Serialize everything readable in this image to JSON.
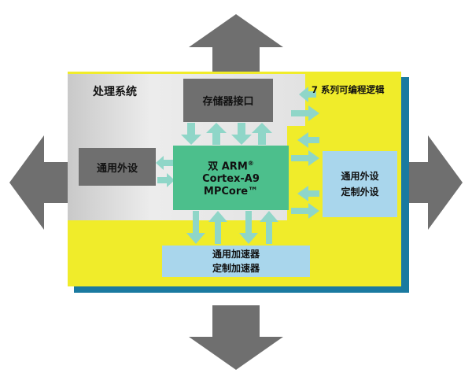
{
  "ps_label": "处理系统",
  "pl_label": "7 系列可编程逻辑",
  "memory_interface": "存储器接口",
  "general_peripheral": "通用外设",
  "cpu": {
    "line1": "双 ARM",
    "line1_sup": "®",
    "line2": "Cortex-A9",
    "line3": "MPCore™"
  },
  "custom_peripheral": {
    "line1": "通用外设",
    "line2": "定制外设"
  },
  "accelerator": {
    "line1": "通用加速器",
    "line2": "定制加速器"
  },
  "colors": {
    "big_arrow": "#6f6f6f",
    "pl_yellow": "#f0ec2a",
    "pl_border": "#1a7aa0",
    "ps_grey": "#e4e4e4",
    "dark_box": "#6f6f6f",
    "cpu_green": "#4cbf8c",
    "light_blue": "#a9d6ec",
    "bus_arrow": "#8fd6c8"
  }
}
